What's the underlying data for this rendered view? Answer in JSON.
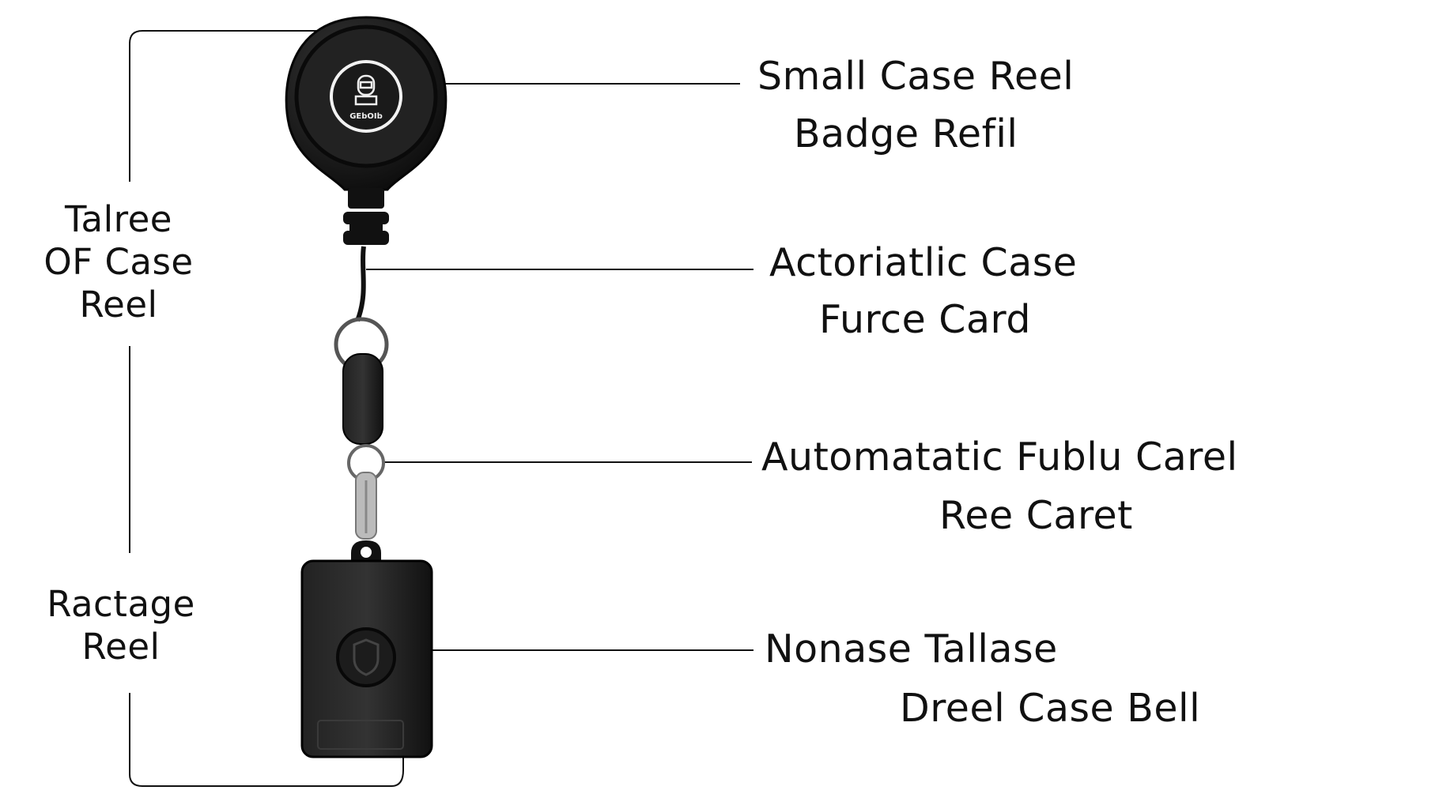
{
  "left_labels": {
    "top": [
      "Talree",
      "OF Case",
      "Reel"
    ],
    "bottom": [
      "Ractage",
      "Reel"
    ]
  },
  "right_labels": [
    {
      "lines": [
        "Small Case Reel",
        "Badge Refil"
      ]
    },
    {
      "lines": [
        "Actoriatlic Case",
        "Furce Card"
      ]
    },
    {
      "lines": [
        "Automatatic Fublu Carel",
        "Ree Caret"
      ]
    },
    {
      "lines": [
        "Nonase Tallase",
        "Dreel Case Bell"
      ]
    }
  ],
  "reel_logo_text": "GEbOIb",
  "colors": {
    "line": "#111111",
    "product": "#1a1a1a",
    "background": "#ffffff"
  }
}
